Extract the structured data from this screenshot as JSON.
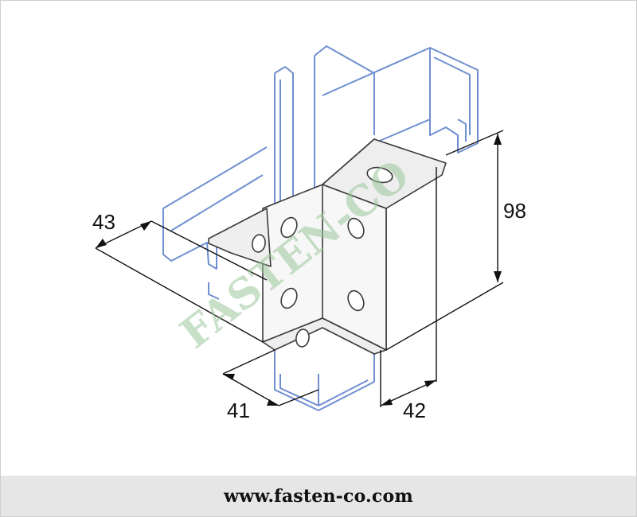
{
  "dimensions": {
    "height": "98",
    "length_left": "43",
    "width_front": "41",
    "width_right": "42"
  },
  "watermark": "FASTEN-CO",
  "footer": {
    "url": "www.fasten-co.com"
  },
  "colors": {
    "channel_outline": "#6f8fd0",
    "bracket_outline": "#3a3a3a",
    "bracket_fill": "#f4f4f4",
    "watermark": "#9bc79b",
    "footer_bg": "#e6e6e6"
  }
}
